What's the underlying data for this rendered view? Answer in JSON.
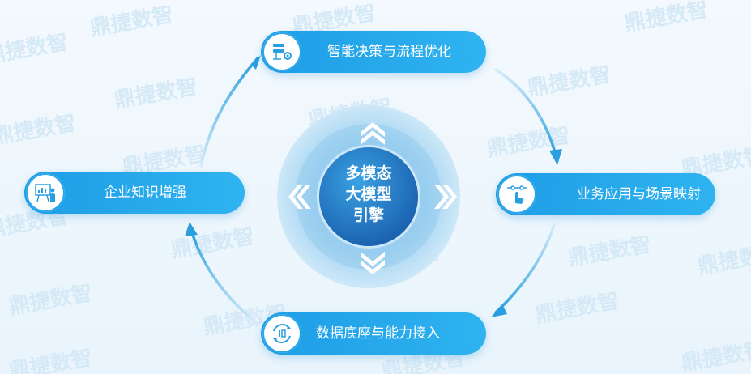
{
  "watermark": "鼎捷数智",
  "center": {
    "line1": "多模态",
    "line2": "大模型",
    "line3": "引擎"
  },
  "nodes": {
    "top": {
      "label": "智能决策与流程优化",
      "icon": "process-gear-icon"
    },
    "right": {
      "label": "业务应用与场景映射",
      "icon": "hand-tap-icon"
    },
    "bottom": {
      "label": "数据底座与能力接入",
      "icon": "data-cycle-icon"
    },
    "left": {
      "label": "企业知识增强",
      "icon": "presentation-board-icon"
    }
  },
  "colors": {
    "accent": "#1d9de6",
    "core": "#1d66b4",
    "halo": "#7cc3ee",
    "arrow": "#2a9fe0"
  }
}
